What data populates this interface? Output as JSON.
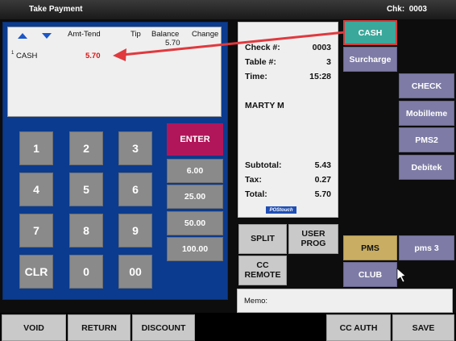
{
  "window": {
    "title": "Take Payment",
    "check_label": "Chk:",
    "check_number": "0003"
  },
  "entry_grid": {
    "columns": {
      "amt_tend": "Amt-Tend",
      "tip": "Tip",
      "balance": "Balance",
      "change": "Change"
    },
    "balance_value": "5.70",
    "rows": [
      {
        "index": "1",
        "name": "CASH",
        "amount": "5.70"
      }
    ]
  },
  "keypad": {
    "keys": [
      "1",
      "2",
      "3",
      "4",
      "5",
      "6",
      "7",
      "8",
      "9",
      "CLR",
      "0",
      "00"
    ],
    "enter_label": "ENTER",
    "quick_amounts": [
      "6.00",
      "25.00",
      "50.00",
      "100.00"
    ]
  },
  "receipt": {
    "check_label": "Check #:",
    "check_value": "0003",
    "table_label": "Table #:",
    "table_value": "3",
    "time_label": "Time:",
    "time_value": "15:28",
    "server": "MARTY M",
    "subtotal_label": "Subtotal:",
    "subtotal_value": "5.43",
    "tax_label": "Tax:",
    "tax_value": "0.27",
    "total_label": "Total:",
    "total_value": "5.70",
    "logo_text": "POStouch"
  },
  "actions": {
    "split": "SPLIT",
    "user_prog": "USER PROG",
    "cc_remote": "CC REMOTE"
  },
  "tenders": {
    "cash": "CASH",
    "surcharge": "Surcharge",
    "check": "CHECK",
    "mobilleme": "Mobilleme",
    "pms2": "PMS2",
    "debitek": "Debitek",
    "pms": "PMS",
    "pms3": "pms 3",
    "club": "CLUB"
  },
  "memo": {
    "label": "Memo:"
  },
  "bottom_bar": {
    "void": "VOID",
    "return": "RETURN",
    "discount": "DISCOUNT",
    "cc_auth": "CC AUTH",
    "save": "SAVE"
  },
  "colors": {
    "blue_panel": "#0b3b8e",
    "enter": "#b2165a",
    "cash": "#3aa89b",
    "tender": "#7e7ca6",
    "pms": "#c8ad62",
    "arrow": "#e0393e"
  }
}
